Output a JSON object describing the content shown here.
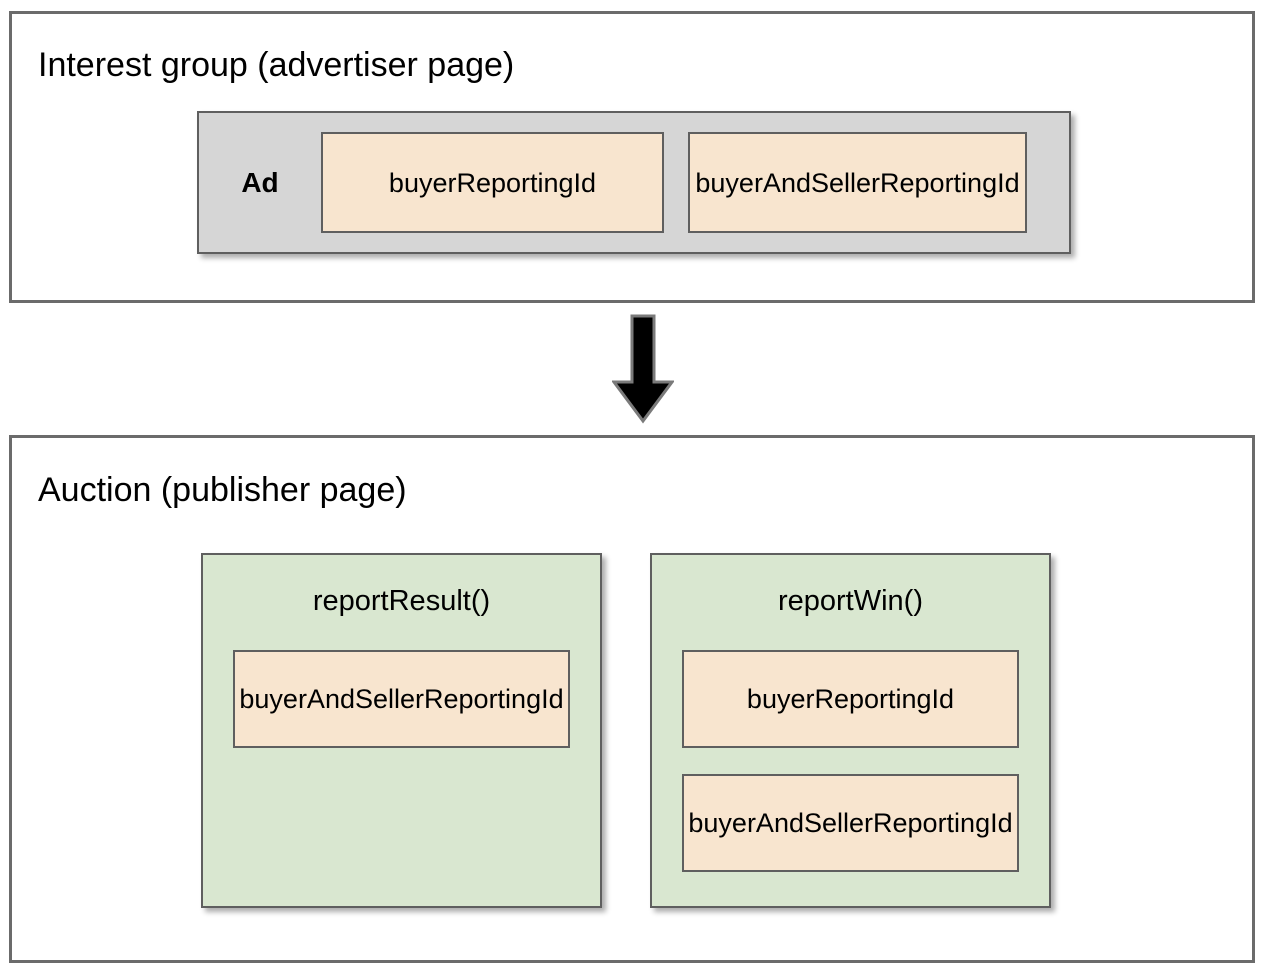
{
  "diagram": {
    "title_semantic": "Protected Audience reporting ids flow",
    "colors": {
      "frame_border": "#6b6b6b",
      "box_border": "#5f5f5f",
      "ad_container_fill": "#d6d6d6",
      "field_fill": "#f8e5cf",
      "function_fill": "#d9e7d0",
      "arrow_fill": "#000000",
      "page_background": "#ffffff",
      "text": "#000000"
    },
    "sections": [
      {
        "id": "interest-group",
        "title": "Interest group (advertiser page)",
        "ad": {
          "label": "Ad",
          "fields": [
            {
              "label": "buyerReportingId"
            },
            {
              "label": "buyerAndSeller\nReportingId",
              "line1": "buyerAndSeller",
              "line2": "ReportingId"
            }
          ]
        }
      },
      {
        "id": "auction",
        "title": "Auction (publisher page)",
        "functions": [
          {
            "id": "report-result",
            "name": "reportResult()",
            "fields": [
              {
                "line1": "buyerAndSeller",
                "line2": "ReportingId"
              }
            ]
          },
          {
            "id": "report-win",
            "name": "reportWin()",
            "fields": [
              {
                "line1": "buyerReportingId",
                "line2": ""
              },
              {
                "line1": "buyerAndSeller",
                "line2": "ReportingId"
              }
            ]
          }
        ]
      }
    ],
    "connector": {
      "icon": "arrow-down-icon",
      "direction": "down"
    }
  }
}
